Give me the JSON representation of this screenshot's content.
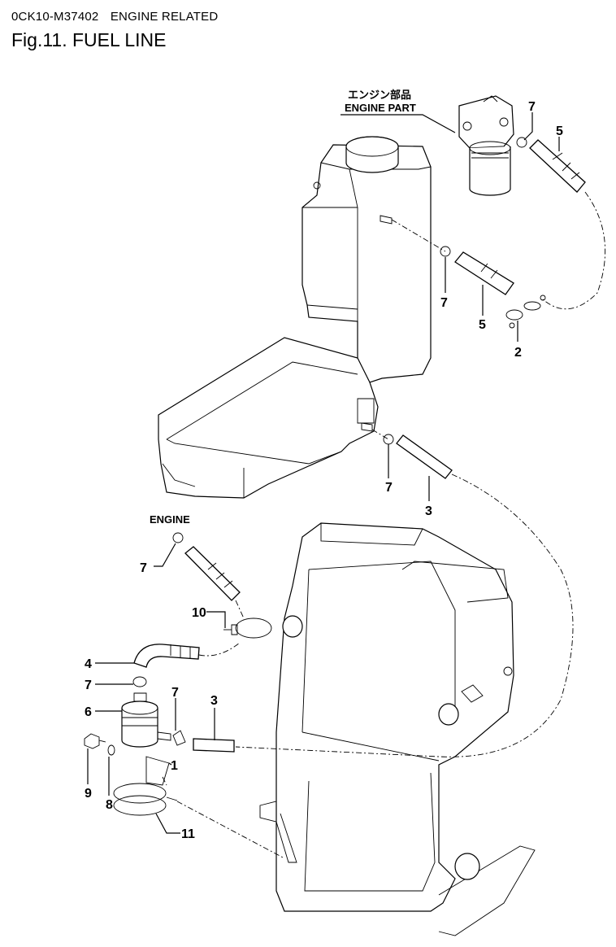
{
  "header": {
    "code": "0CK10-M37402",
    "section": "ENGINE RELATED",
    "figure": "Fig.11.  FUEL LINE"
  },
  "callouts": {
    "engine_part_jp": "エンジン部品",
    "engine_part_en": "ENGINE PART",
    "engine": "ENGINE",
    "part_1": "1",
    "part_2": "2",
    "part_3": "3",
    "part_4": "4",
    "part_5": "5",
    "part_6": "6",
    "part_7": "7",
    "part_8": "8",
    "part_9": "9",
    "part_10": "10",
    "part_11": "11"
  }
}
